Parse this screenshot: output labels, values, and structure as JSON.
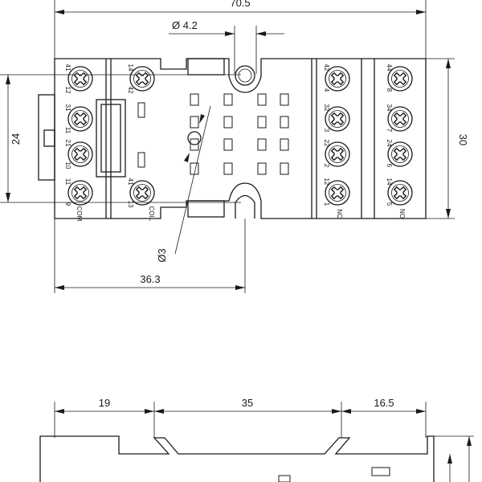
{
  "dimensions": {
    "total_width": "70.5",
    "hole_diameter": "Ø 4.2",
    "height_right": "30",
    "height_left": "24",
    "small_hole": "Ø3",
    "offset_36": "36.3",
    "side_a": "19",
    "side_b": "35",
    "side_c": "16.5"
  },
  "left_terminals": [
    {
      "top": "41",
      "bottom": "12"
    },
    {
      "top": "31",
      "bottom": "11"
    },
    {
      "top": "21",
      "bottom": "10"
    },
    {
      "top": "11",
      "bottom": "9"
    }
  ],
  "left_col2_terminals": [
    {
      "top": "14",
      "bottom": "42"
    },
    {
      "top": "41",
      "bottom": "13"
    }
  ],
  "left_bottom_labels": [
    "COM",
    "COIL"
  ],
  "right_col1_terminals": [
    {
      "top": "42",
      "bottom": "4"
    },
    {
      "top": "32",
      "bottom": "3"
    },
    {
      "top": "22",
      "bottom": "2"
    },
    {
      "top": "12",
      "bottom": "1"
    }
  ],
  "right_col2_terminals": [
    {
      "top": "44",
      "bottom": "8"
    },
    {
      "top": "34",
      "bottom": "7"
    },
    {
      "top": "24",
      "bottom": "6"
    },
    {
      "top": "14",
      "bottom": "5"
    }
  ],
  "right_bottom_labels": [
    "NC",
    "NO"
  ]
}
